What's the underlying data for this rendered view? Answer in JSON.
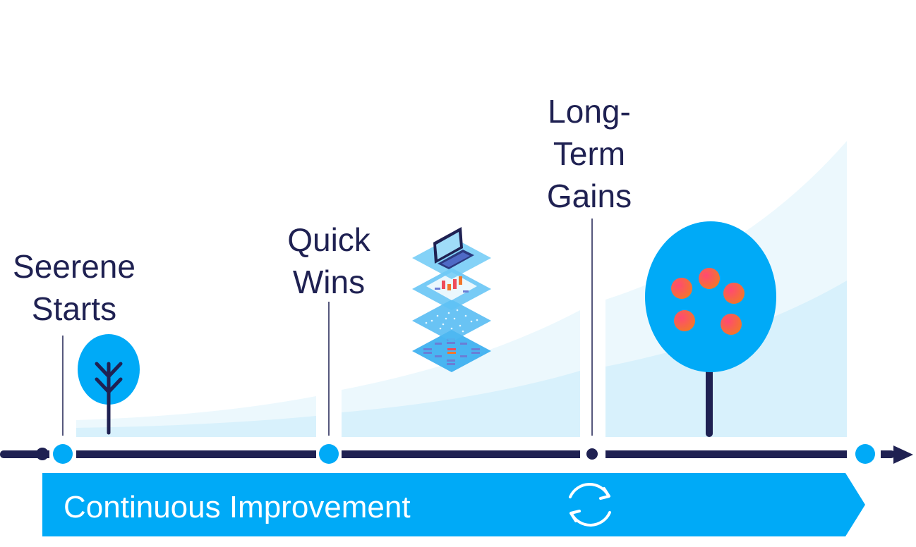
{
  "milestones": {
    "start": {
      "line1": "Seerene",
      "line2": "Starts"
    },
    "quick": {
      "line1": "Quick",
      "line2": "Wins"
    },
    "long": {
      "line1": "Long-",
      "line2": "Term",
      "line3": "Gains"
    }
  },
  "banner": {
    "label": "Continuous Improvement",
    "icon": "refresh-cycle-icon"
  },
  "colors": {
    "navy": "#1f2152",
    "accent_blue": "#00aaf7",
    "light_blue": "#daf2fc",
    "lighter_blue": "#ecf8fd",
    "fruit": "#ef4b5a"
  }
}
